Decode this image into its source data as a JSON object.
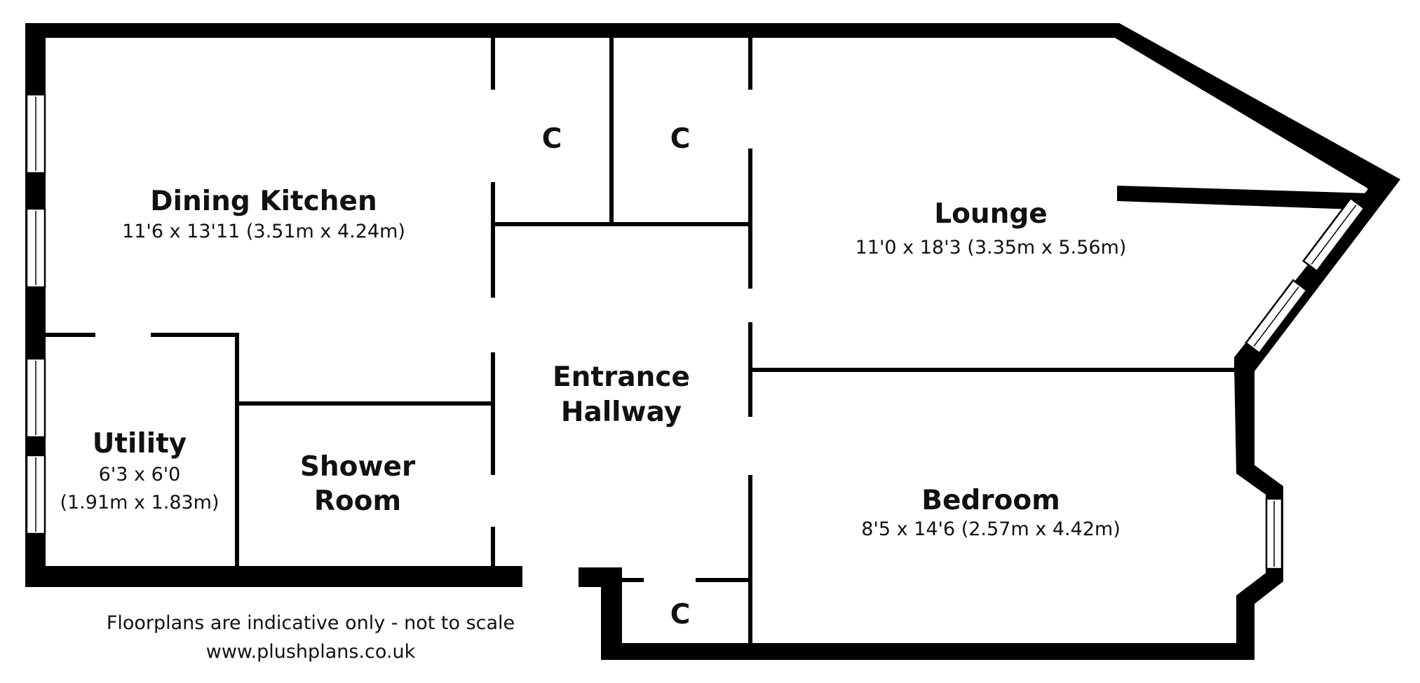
{
  "rooms": {
    "dining_kitchen": {
      "name": "Dining Kitchen",
      "dims": "11'6 x 13'11 (3.51m x 4.24m)"
    },
    "lounge": {
      "name": "Lounge",
      "dims": "11'0 x 18'3 (3.35m x 5.56m)"
    },
    "utility": {
      "name": "Utility",
      "dims_line1": "6'3 x 6'0",
      "dims_line2": "(1.91m x 1.83m)"
    },
    "shower_room": {
      "name_line1": "Shower",
      "name_line2": "Room"
    },
    "entrance_hallway": {
      "name_line1": "Entrance",
      "name_line2": "Hallway"
    },
    "bedroom": {
      "name": "Bedroom",
      "dims": "8'5 x 14'6 (2.57m x 4.42m)"
    },
    "cupboard_1": {
      "name": "C"
    },
    "cupboard_2": {
      "name": "C"
    },
    "cupboard_3": {
      "name": "C"
    }
  },
  "footer": {
    "disclaimer": "Floorplans are indicative only - not to scale",
    "website": "www.plushplans.co.uk"
  },
  "colors": {
    "wall": "#000000",
    "background": "#ffffff",
    "text": "#111111"
  }
}
